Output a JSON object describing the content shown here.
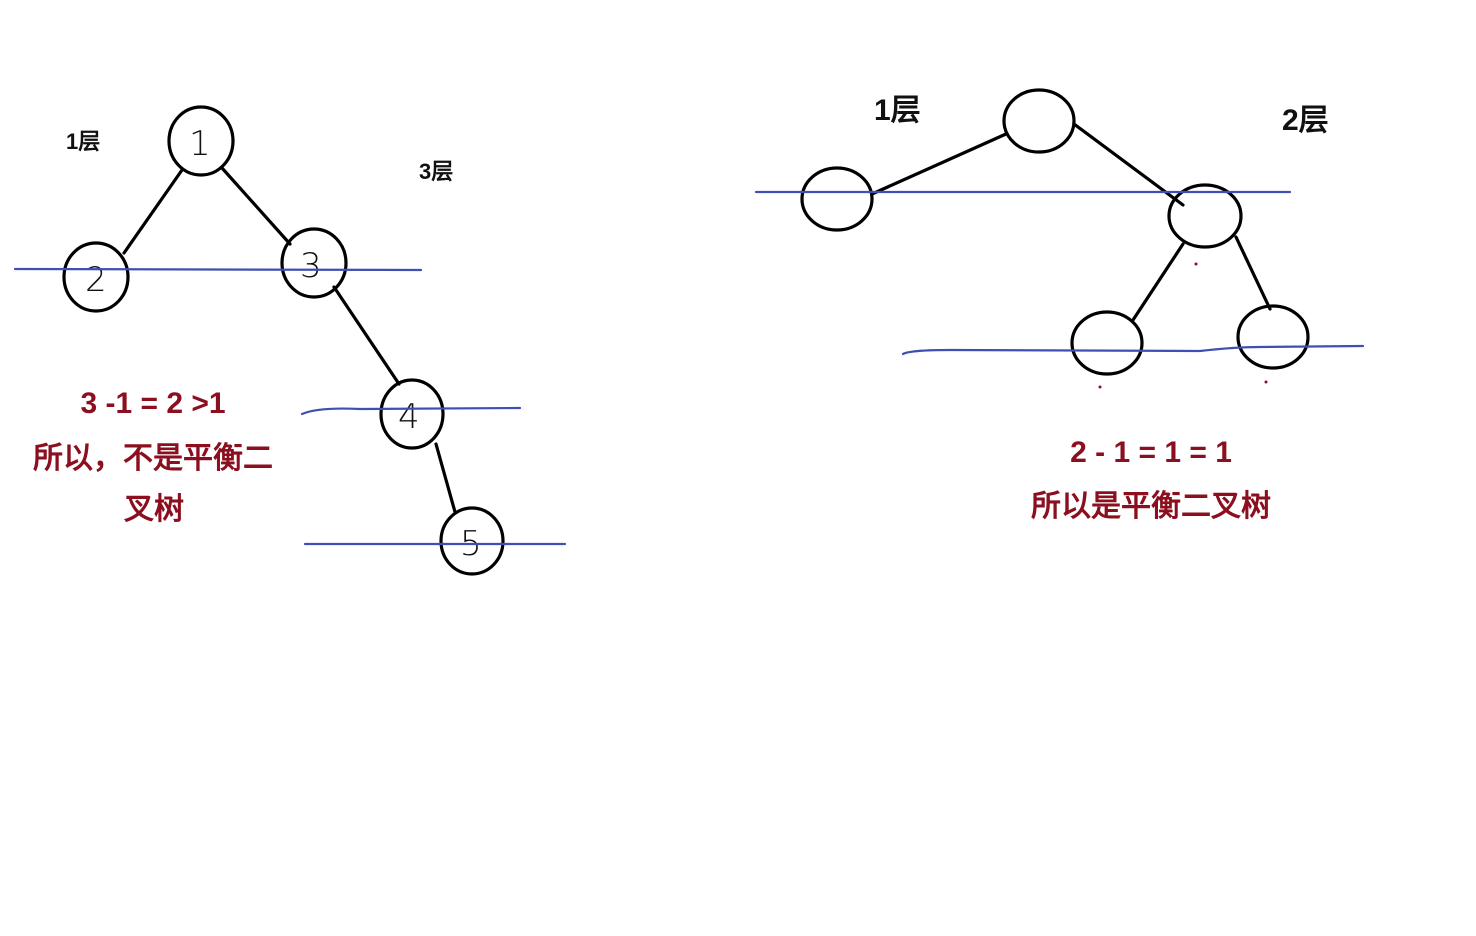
{
  "left_tree": {
    "nodes": [
      "1",
      "2",
      "3",
      "4",
      "5"
    ],
    "level_labels": {
      "top": "1层",
      "right": "3层"
    },
    "calc": "3 -1 = 2 >1",
    "result_line1": "所以，不是平衡二",
    "result_line2": "叉树"
  },
  "right_tree": {
    "level_labels": {
      "left": "1层",
      "right": "2层"
    },
    "calc": "2 - 1 = 1 = 1",
    "result": "所以是平衡二叉树"
  },
  "colors": {
    "ink": "#000000",
    "level_line": "#3f4fb3",
    "conclusion": "#8b0f1f"
  }
}
